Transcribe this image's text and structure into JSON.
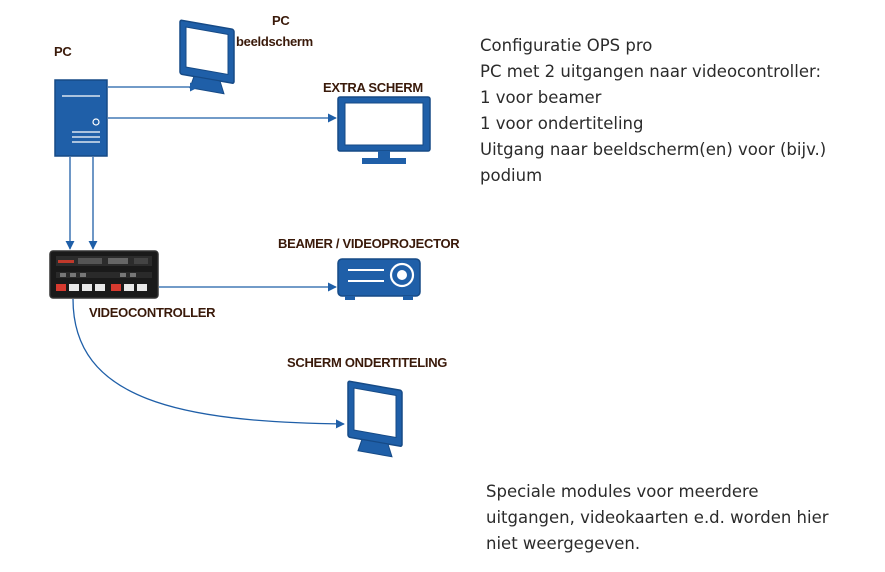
{
  "labels": {
    "pc": "PC",
    "pc_monitor_line1": "PC",
    "pc_monitor_line2": "beeldscherm",
    "extra_screen": "EXTRA SCHERM",
    "projector": "BEAMER / VIDEOPROJECTOR",
    "videocontroller": "VIDEOCONTROLLER",
    "subtitle_screen": "SCHERM ONDERTITELING"
  },
  "description": {
    "lines": [
      "Configuratie OPS pro",
      "PC met 2 uitgangen naar videocontroller:",
      "1 voor beamer",
      "1 voor ondertiteling",
      "Uitgang naar beeldscherm(en) voor (bijv.)",
      "podium"
    ]
  },
  "note": {
    "lines": [
      "Speciale modules voor meerdere",
      "uitgangen, videokaarten e.d. worden hier",
      "niet weergegeven."
    ]
  },
  "colors": {
    "device_blue": "#1f5fa8",
    "device_blue_dark": "#164a86",
    "arrow": "#1f5fa8",
    "label_text": "#3a1a0a"
  },
  "icons": {
    "pc": "pc-tower-icon",
    "pc_monitor": "monitor-icon",
    "extra_screen": "monitor-icon",
    "projector": "projector-icon",
    "videocontroller": "video-switcher-icon",
    "subtitle_screen": "monitor-icon"
  }
}
